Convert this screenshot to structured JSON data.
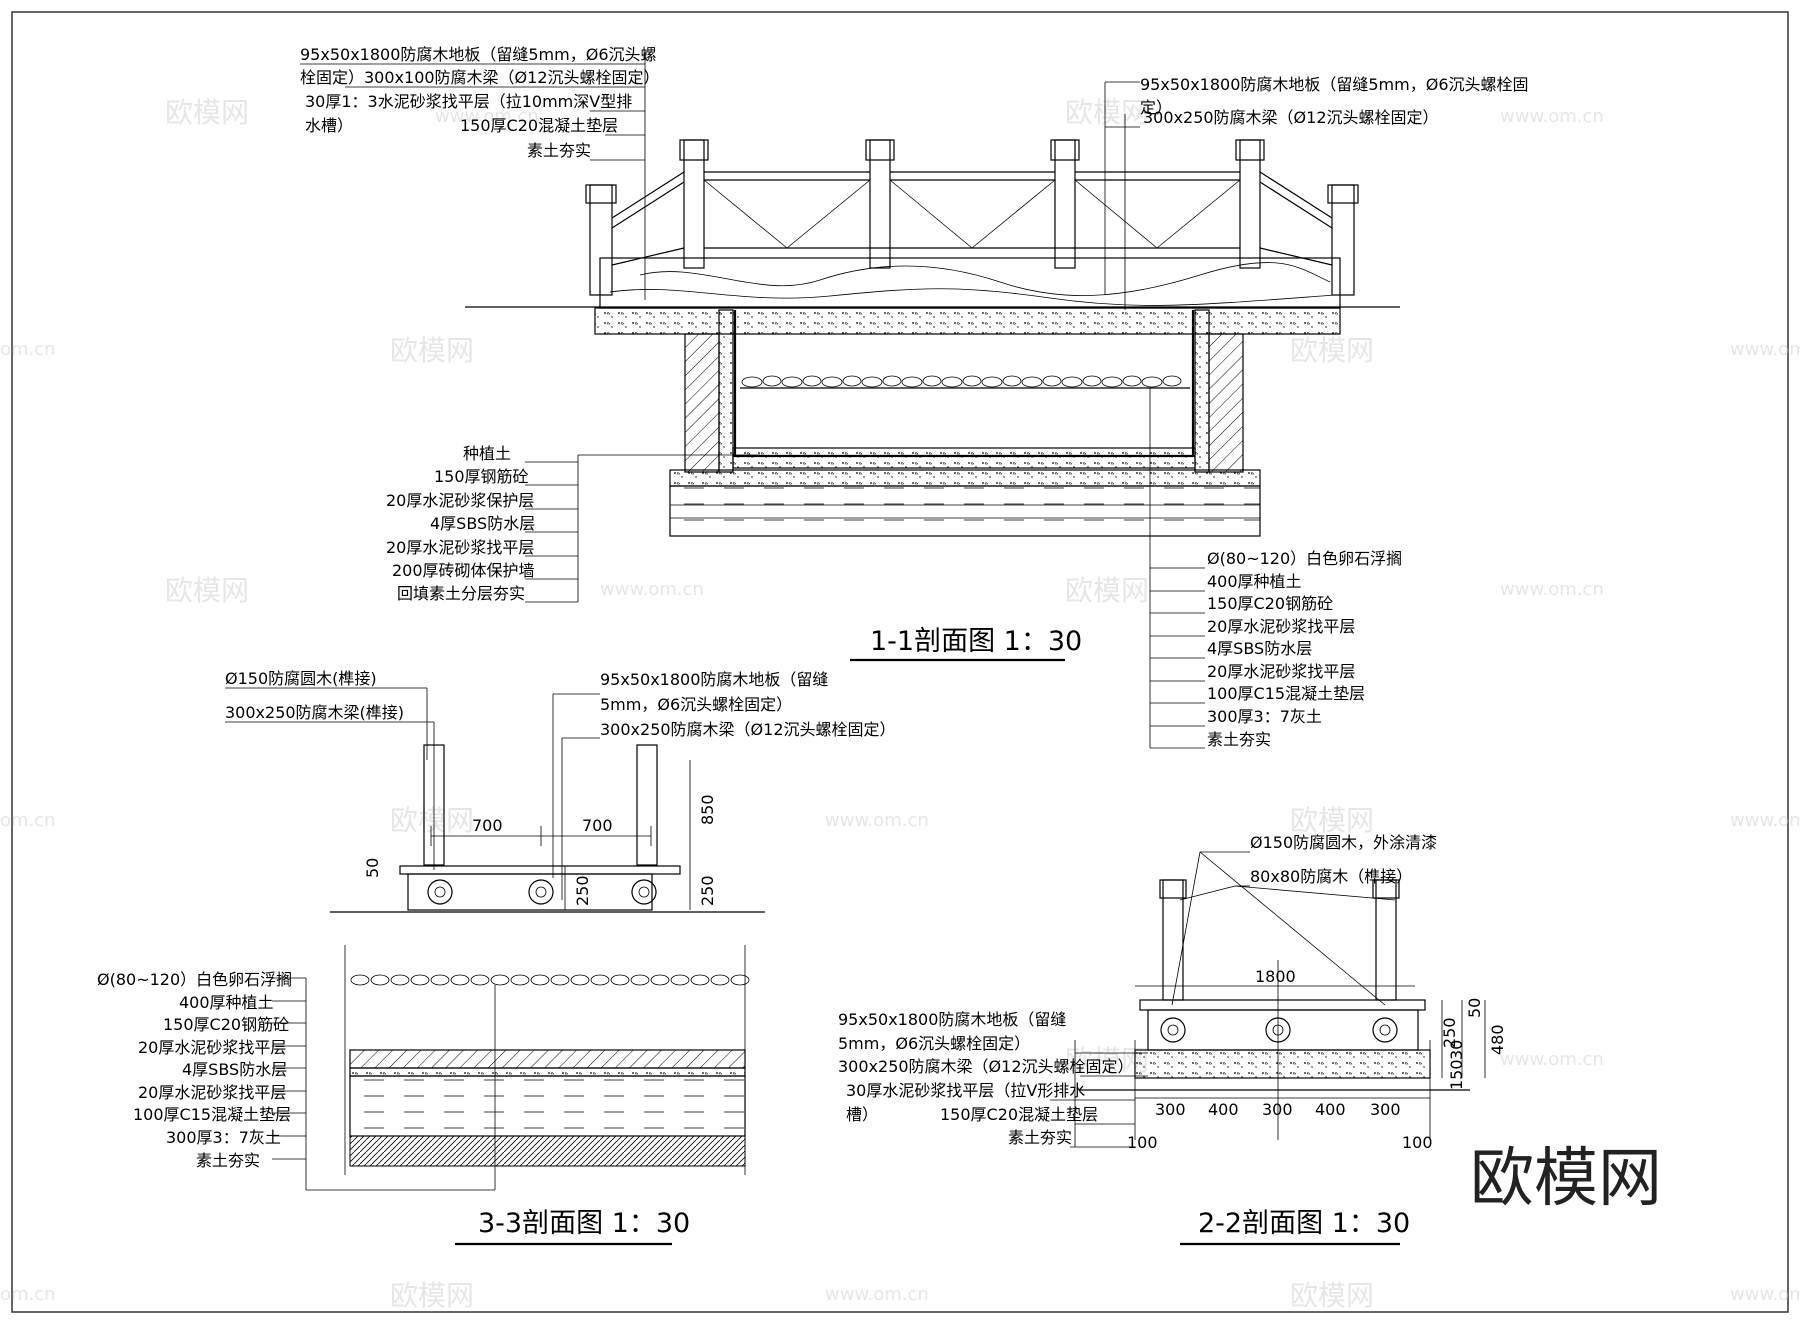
{
  "s11": {
    "title": "1-1剖面图 1：30",
    "top_left": [
      "95x50x1800防腐木地板（留缝5mm，Ø6沉头螺",
      "栓固定）300x100防腐木梁（Ø12沉头螺栓固定）",
      "30厚1：3水泥砂浆找平层（拉10mm深V型排",
      "水槽）",
      "150厚C20混凝土垫层",
      "素土夯实"
    ],
    "top_right": [
      "95x50x1800防腐木地板（留缝5mm，Ø6沉头螺栓固",
      "定）",
      "300x250防腐木梁（Ø12沉头螺栓固定）"
    ],
    "left": [
      "种植土",
      "150厚钢筋砼",
      "20厚水泥砂浆保护层",
      "4厚SBS防水层",
      "20厚水泥砂浆找平层",
      "200厚砖砌体保护墙",
      "回填素土分层夯实"
    ],
    "right": [
      "Ø(80~120）白色卵石浮搁",
      "400厚种植土",
      "150厚C20钢筋砼",
      "20厚水泥砂浆找平层",
      "4厚SBS防水层",
      "20厚水泥砂浆找平层",
      "100厚C15混凝土垫层",
      "300厚3：7灰土",
      "素土夯实"
    ]
  },
  "s33": {
    "title": "3-3剖面图 1：30",
    "top_left": [
      "Ø150防腐圆木(榫接)",
      "300x250防腐木梁(榫接)"
    ],
    "top_right": [
      "95x50x1800防腐木地板（留缝",
      "5mm，Ø6沉头螺栓固定）",
      "300x250防腐木梁（Ø12沉头螺栓固定）"
    ],
    "left": [
      "Ø(80~120）白色卵石浮搁",
      "400厚种植土",
      "150厚C20钢筋砼",
      "20厚水泥砂浆找平层",
      "4厚SBS防水层",
      "20厚水泥砂浆找平层",
      "100厚C15混凝土垫层",
      "300厚3：7灰土",
      "素土夯实"
    ],
    "dims": {
      "d700a": "700",
      "d700b": "700",
      "d850": "850",
      "d50": "50",
      "d250a": "250",
      "d250b": "250"
    }
  },
  "s22": {
    "title": "2-2剖面图 1：30",
    "top": [
      "Ø150防腐圆木，外涂清漆",
      "80x80防腐木（榫接）"
    ],
    "left": [
      "95x50x1800防腐木地板（留缝",
      "5mm，Ø6沉头螺栓固定）",
      "300x250防腐木梁（Ø12沉头螺栓固定）",
      "30厚水泥砂浆找平层（拉V形排水",
      "槽）",
      "150厚C20混凝土垫层",
      "素土夯实"
    ],
    "dims": {
      "d1800": "1800",
      "b1": "300",
      "b2": "400",
      "b3": "300",
      "b4": "400",
      "b5": "300",
      "e1": "100",
      "e2": "100",
      "v50": "50",
      "v250": "250",
      "v150": "150",
      "v30": "30",
      "v480": "480"
    }
  },
  "watermark": {
    "cn": "欧模网",
    "url": "www.om.cn",
    "url2": "om.cn",
    "logo": "欧模网"
  }
}
